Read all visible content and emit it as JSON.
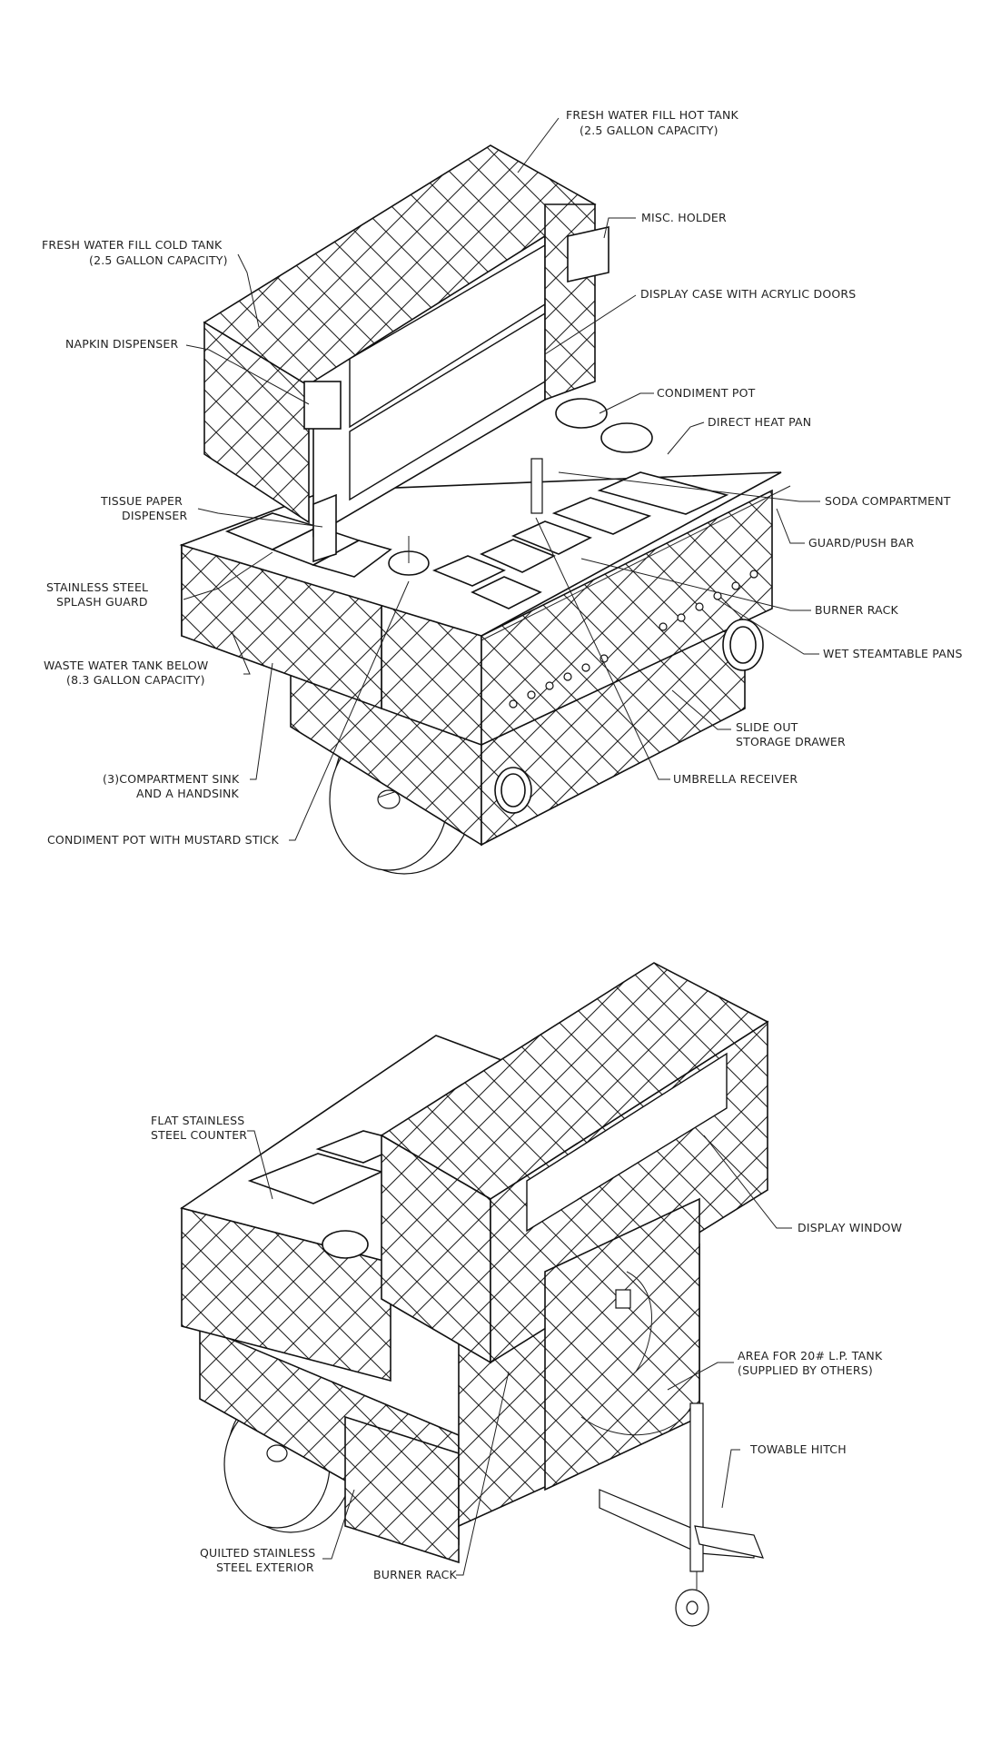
{
  "top_view": {
    "labels": [
      {
        "id": "fresh-water-hot",
        "lines": [
          "FRESH WATER FILL HOT TANK",
          "(2.5 GALLON CAPACITY)"
        ]
      },
      {
        "id": "misc-holder",
        "lines": [
          "MISC. HOLDER"
        ]
      },
      {
        "id": "fresh-water-cold",
        "lines": [
          "FRESH WATER FILL COLD TANK",
          "(2.5 GALLON CAPACITY)"
        ]
      },
      {
        "id": "display-case",
        "lines": [
          "DISPLAY CASE WITH ACRYLIC DOORS"
        ]
      },
      {
        "id": "napkin",
        "lines": [
          "NAPKIN DISPENSER"
        ]
      },
      {
        "id": "condiment-pot",
        "lines": [
          "CONDIMENT POT"
        ]
      },
      {
        "id": "direct-heat-pan",
        "lines": [
          "DIRECT HEAT PAN"
        ]
      },
      {
        "id": "tissue",
        "lines": [
          "TISSUE PAPER",
          "DISPENSER"
        ]
      },
      {
        "id": "soda",
        "lines": [
          "SODA COMPARTMENT"
        ]
      },
      {
        "id": "guard",
        "lines": [
          "GUARD/PUSH BAR"
        ]
      },
      {
        "id": "splash",
        "lines": [
          "STAINLESS STEEL",
          "SPLASH GUARD"
        ]
      },
      {
        "id": "burner-rack",
        "lines": [
          "BURNER RACK"
        ]
      },
      {
        "id": "waste",
        "lines": [
          "WASTE WATER TANK BELOW",
          "(8.3 GALLON CAPACITY)"
        ]
      },
      {
        "id": "steamtable",
        "lines": [
          "WET STEAMTABLE PANS"
        ]
      },
      {
        "id": "drawer",
        "lines": [
          "SLIDE OUT",
          "STORAGE DRAWER"
        ]
      },
      {
        "id": "sink",
        "lines": [
          "(3)COMPARTMENT SINK",
          "AND A HANDSINK"
        ]
      },
      {
        "id": "umbrella",
        "lines": [
          "UMBRELLA RECEIVER"
        ]
      },
      {
        "id": "mustard",
        "lines": [
          "CONDIMENT POT WITH MUSTARD STICK"
        ]
      }
    ]
  },
  "bottom_view": {
    "labels": [
      {
        "id": "flat-counter",
        "lines": [
          "FLAT STAINLESS",
          "STEEL COUNTER"
        ]
      },
      {
        "id": "display-window",
        "lines": [
          "DISPLAY WINDOW"
        ]
      },
      {
        "id": "lp-tank",
        "lines": [
          "AREA FOR 20# L.P. TANK",
          "(SUPPLIED BY OTHERS)"
        ]
      },
      {
        "id": "hitch",
        "lines": [
          "TOWABLE HITCH"
        ]
      },
      {
        "id": "quilted",
        "lines": [
          "QUILTED STAINLESS",
          "STEEL EXTERIOR"
        ]
      },
      {
        "id": "burner-rack-2",
        "lines": [
          "BURNER RACK"
        ]
      }
    ]
  }
}
